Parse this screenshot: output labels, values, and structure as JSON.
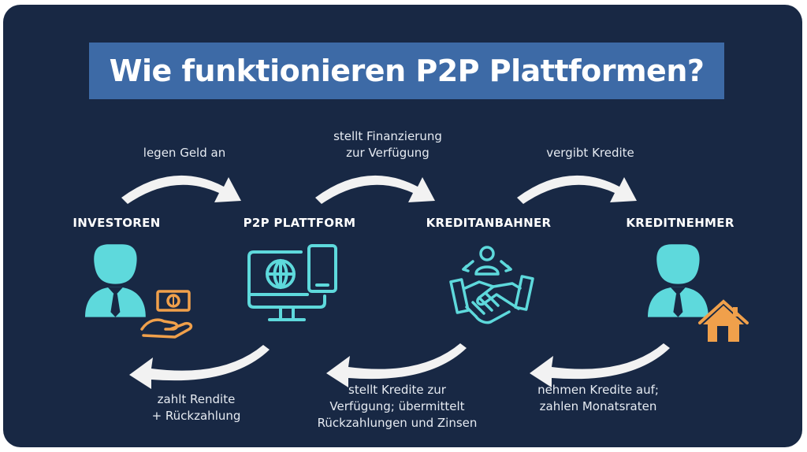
{
  "title": "Wie funktionieren P2P Plattformen?",
  "actors": {
    "investoren": "INVESTOREN",
    "plattform": "P2P PLATTFORM",
    "kreditanbahner": "KREDITANBAHNER",
    "kreditnehmer": "KREDITNEHMER"
  },
  "flows_top": {
    "investoren_to_plattform": "legen Geld an",
    "plattform_to_anbahner": "stellt Finanzierung\nzur Verfügung",
    "anbahner_to_nehmer": "vergibt Kredite"
  },
  "flows_bottom": {
    "plattform_to_investoren": "zahlt Rendite\n+ Rückzahlung",
    "anbahner_to_plattform": "stellt Kredite zur\nVerfügung; übermittelt\nRückzahlungen und Zinsen",
    "nehmer_to_anbahner": "nehmen Kredite auf;\nzahlen Monatsraten"
  },
  "colors": {
    "background": "#182844",
    "title_box": "#3d6aa6",
    "icon_primary": "#5ed9dc",
    "icon_accent": "#f0a04b",
    "arrow": "#f2f2f2"
  },
  "icons": [
    "person-icon",
    "money-hand-icon",
    "computer-tablet-icon",
    "handshake-network-icon",
    "house-icon",
    "curved-arrow-icon"
  ]
}
